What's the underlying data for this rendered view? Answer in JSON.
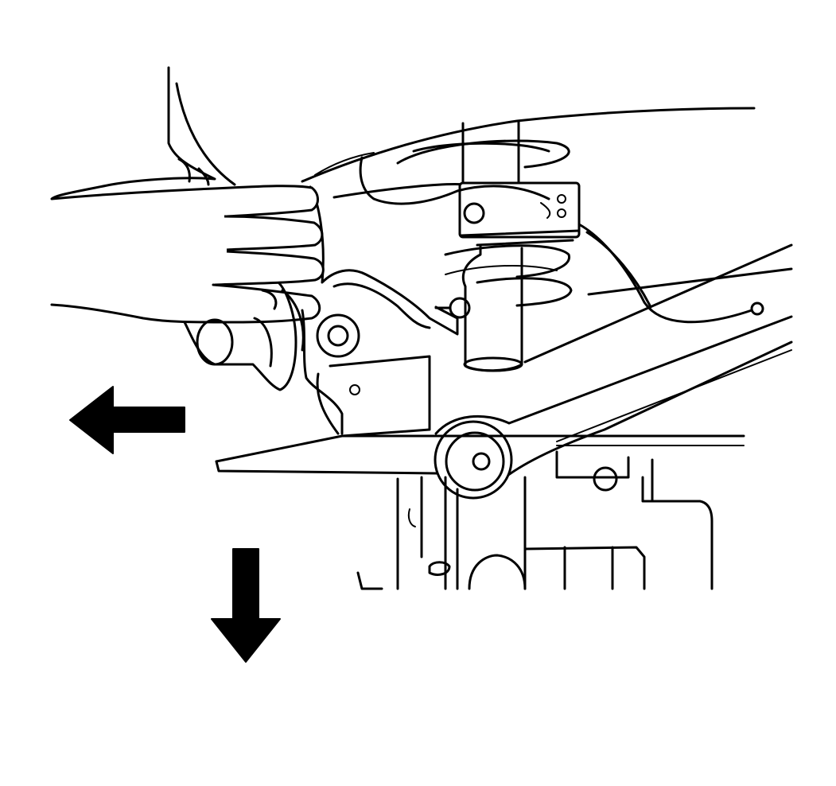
{
  "illustration": {
    "subject": "rear-suspension-strut-removal",
    "colors": {
      "ink": "#000000",
      "paper": "#ffffff"
    },
    "arrows": [
      {
        "name": "left-arrow",
        "direction": "left"
      },
      {
        "name": "down-arrow",
        "direction": "down"
      }
    ]
  }
}
